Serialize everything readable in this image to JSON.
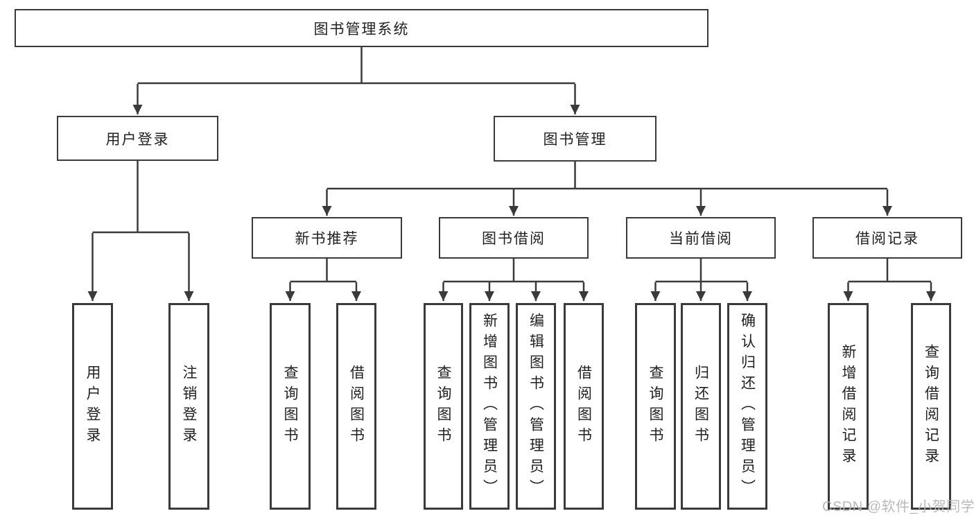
{
  "diagram": {
    "root": {
      "label": "图书管理系统"
    },
    "branches": [
      {
        "label": "用户登录",
        "children": [
          {
            "label": "用户登录"
          },
          {
            "label": "注销登录"
          }
        ]
      },
      {
        "label": "图书管理",
        "sections": [
          {
            "label": "新书推荐",
            "children": [
              {
                "label": "查询图书"
              },
              {
                "label": "借阅图书"
              }
            ]
          },
          {
            "label": "图书借阅",
            "children": [
              {
                "label": "查询图书"
              },
              {
                "label": "新增图书（管理员）"
              },
              {
                "label": "编辑图书（管理员）"
              },
              {
                "label": "借阅图书"
              }
            ]
          },
          {
            "label": "当前借阅",
            "children": [
              {
                "label": "查询图书"
              },
              {
                "label": "归还图书"
              },
              {
                "label": "确认归还（管理员）"
              }
            ]
          },
          {
            "label": "借阅记录",
            "children": [
              {
                "label": "新增借阅记录"
              },
              {
                "label": "查询借阅记录"
              }
            ]
          }
        ]
      }
    ]
  },
  "watermark": {
    "text": "CSDN @软件_小贺同学"
  },
  "colors": {
    "line": "#3a3a3a",
    "box_border": "#3a3a3a",
    "background": "#ffffff",
    "text": "#212121",
    "watermark": "#b6b6b6"
  }
}
